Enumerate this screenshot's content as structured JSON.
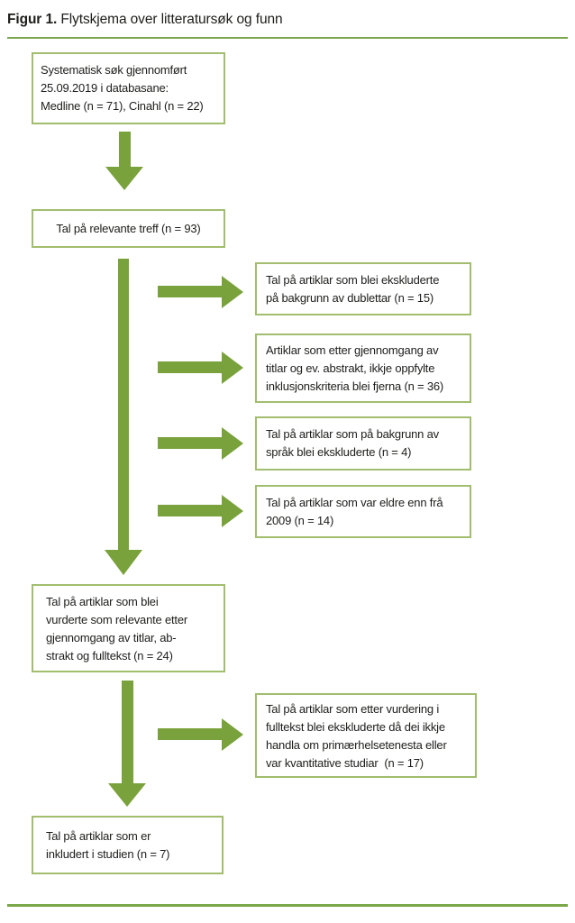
{
  "title": {
    "label": "Figur 1.",
    "caption": " Flytskjema over litteratursøk og funn"
  },
  "colors": {
    "arrow": "#7aa23c",
    "box_border": "#a2bd6e",
    "rule": "#7aa749",
    "text": "#1d1d1b"
  },
  "flow": {
    "search": "Systematisk søk gjennomført\n25.09.2019 i databasane:\nMedline (n = 71), Cinahl (n = 22)",
    "hits": "Tal på relevante treff (n = 93)",
    "dublettar": "Tal på artiklar som blei ekskluderte\npå bakgrunn av dublettar (n = 15)",
    "kriteria": "Artiklar som etter gjennomgang av\ntitlar og ev. abstrakt, ikkje oppfylte\ninklusjonskriteria blei fjerna (n = 36)",
    "sprak": "Tal på artiklar som på bakgrunn av\nspråk blei ekskluderte (n = 4)",
    "eldre": "Tal på artiklar som var eldre enn frå\n2009 (n = 14)",
    "vurderte": "Tal på artiklar som blei\nvurderte som relevante etter\ngjennomgang av titlar, ab-\nstrakt og fulltekst (n = 24)",
    "fulltekst": "Tal på artiklar som etter vurdering i\nfulltekst blei ekskluderte då dei ikkje\nhandla om primærhelsetenesta eller\nvar kvantitative studiar  (n = 17)",
    "inkludert": "Tal på artiklar som er\ninkludert i studien (n = 7)"
  }
}
